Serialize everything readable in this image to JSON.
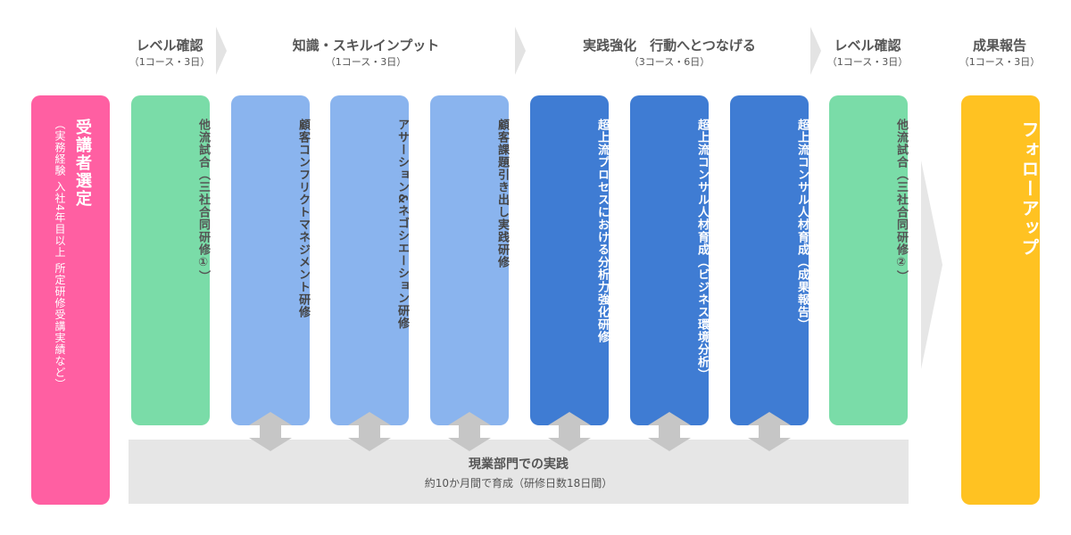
{
  "headers": {
    "level1": {
      "title": "レベル確認",
      "sub": "（1コース・3日）"
    },
    "knowledge": {
      "title": "知識・スキルインプット",
      "sub": "（1コース・3日）"
    },
    "practice": {
      "title": "実践強化　行動へとつなげる",
      "sub": "（3コース・6日）"
    },
    "level2": {
      "title": "レベル確認",
      "sub": "（1コース・3日）"
    },
    "report": {
      "title": "成果報告",
      "sub": "（1コース・3日）"
    }
  },
  "selection": {
    "title": "受講者選定",
    "sub": "（実務経験 入社4年目以上 所定研修受講実績など）"
  },
  "columns": [
    {
      "label": "他流試合（三社合同研修①）"
    },
    {
      "label": "顧客コンフリクトマネジメント研修"
    },
    {
      "label": "アサーション&ネゴシエーション研修"
    },
    {
      "label": "顧客課題引き出し実践研修"
    },
    {
      "label": "超上流プロセスにおける分析力強化研修"
    },
    {
      "label": "超上流コンサル人材育成（ビジネス環境分析）"
    },
    {
      "label": "超上流コンサル人材育成（成果報告）"
    },
    {
      "label": "他流試合（三社合同研修②）"
    }
  ],
  "followup": {
    "label": "フォローアップ"
  },
  "workplace": {
    "title": "現業部門での実践",
    "note": "約10か月間で育成（研修日数18日間）"
  },
  "colors": {
    "pink": "#ff5fa2",
    "green": "#7adca8",
    "light_blue": "#8ab4ee",
    "dark_blue": "#3f7cd3",
    "yellow": "#ffc222",
    "gray": "#e6e6e6",
    "arrow": "#c6c6c6"
  }
}
